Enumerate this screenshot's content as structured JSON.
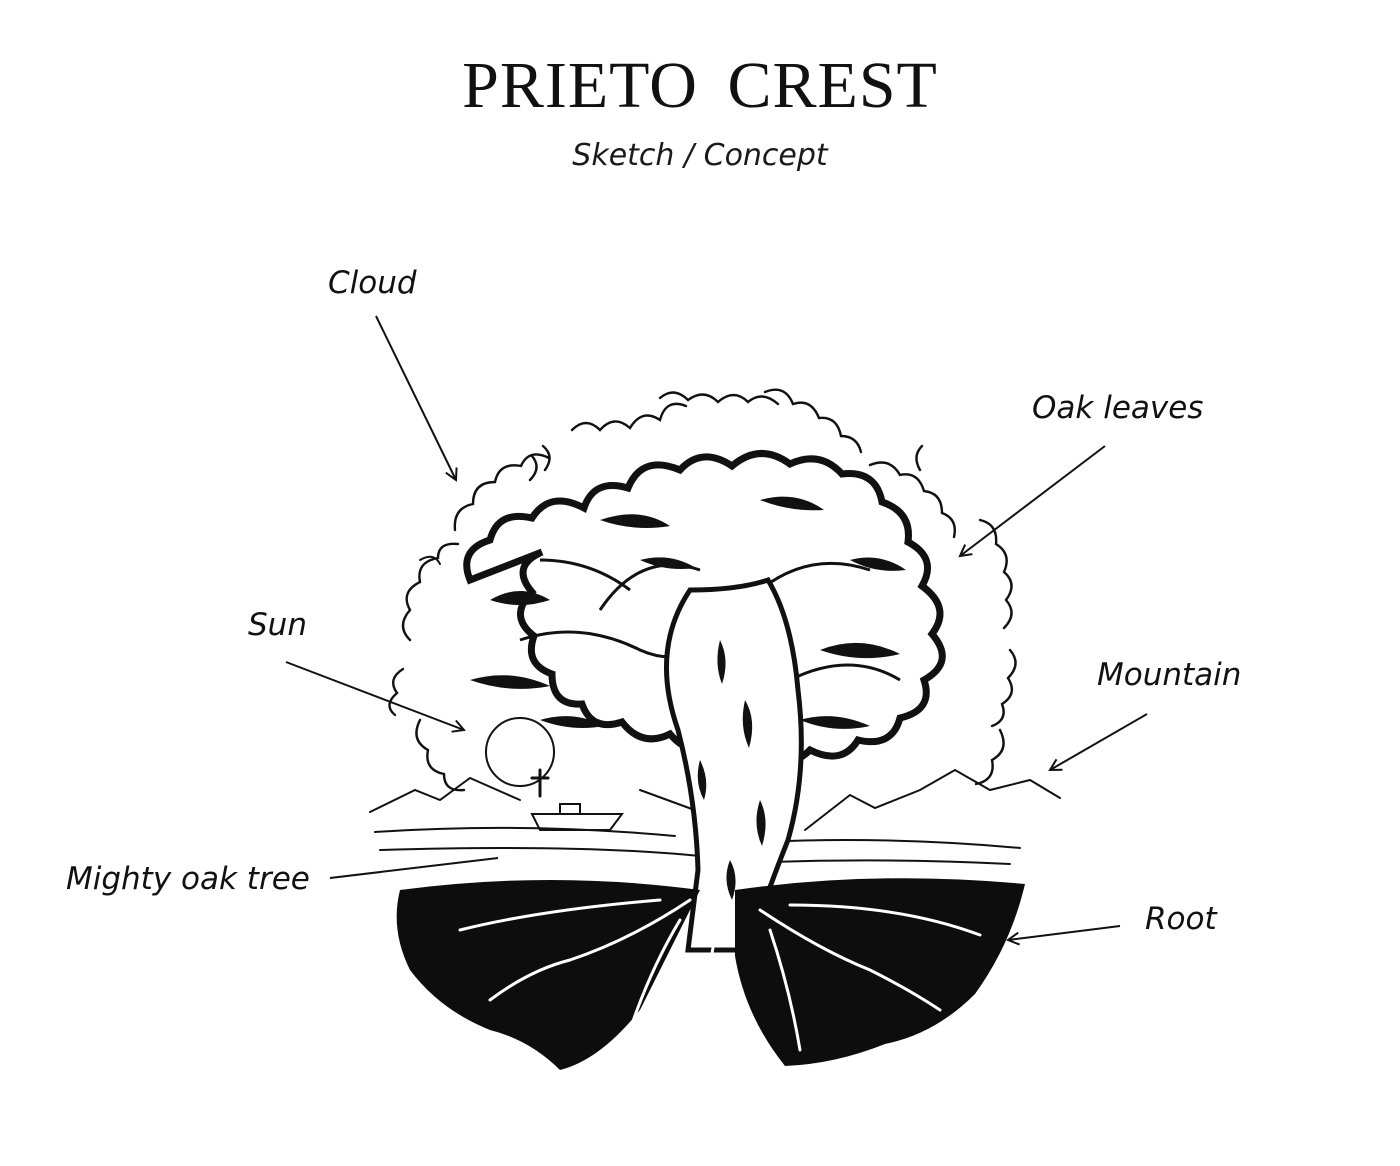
{
  "title": "PRIETO  CREST",
  "subtitle": "Sketch / Concept",
  "labels": {
    "cloud": "Cloud",
    "oak_leaves": "Oak leaves",
    "sun": "Sun",
    "mountain": "Mountain",
    "mighty_oak_tree": "Mighty oak tree",
    "root": "Root"
  },
  "colors": {
    "ink": "#111111",
    "background": "#ffffff"
  }
}
